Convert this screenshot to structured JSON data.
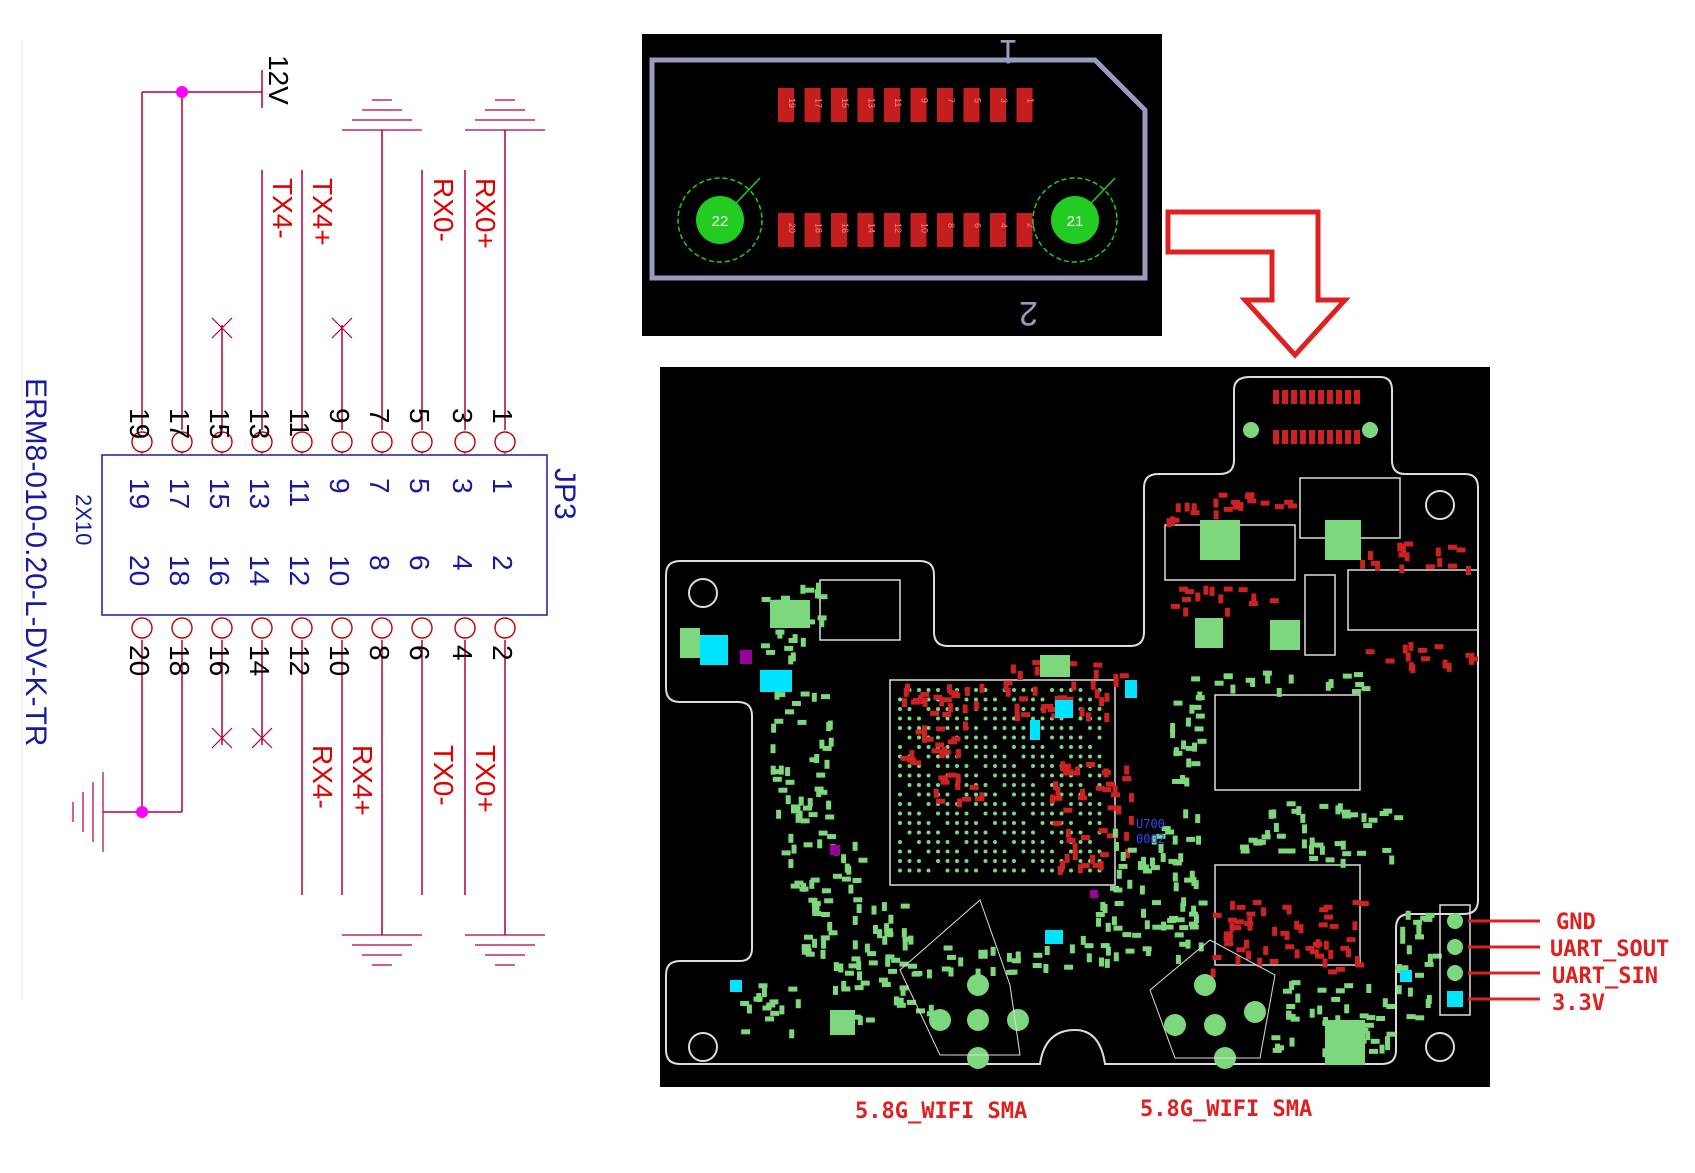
{
  "schematic": {
    "designator": "JP3",
    "part_number": "ERM8-010-0.20-L-DV-K-TR",
    "package": "2X10",
    "power_label": "12V",
    "pins_top": [
      "1",
      "3",
      "5",
      "7",
      "9",
      "11",
      "13",
      "15",
      "17",
      "19"
    ],
    "pins_bottom": [
      "2",
      "4",
      "6",
      "8",
      "10",
      "12",
      "14",
      "16",
      "18",
      "20"
    ],
    "signals_top": [
      "RX0+",
      "RX0-",
      "TX4+",
      "TX4-"
    ],
    "signals_bottom": [
      "TX0+",
      "TX0-",
      "RX4+",
      "RX4-"
    ],
    "colors": {
      "wire": "#b00040",
      "pin": "#c00000",
      "body": "#1a1aa0",
      "net": "#e00000",
      "junction": "#ff00ff"
    }
  },
  "connector_footprint": {
    "top_pads": [
      "19",
      "17",
      "15",
      "13",
      "11",
      "9",
      "7",
      "5",
      "3",
      "1"
    ],
    "bottom_pads": [
      "20",
      "18",
      "16",
      "14",
      "12",
      "10",
      "8",
      "6",
      "4",
      "2"
    ],
    "mount_left": "22",
    "mount_right": "21",
    "mark_pin1": "1",
    "mark_pin2": "2"
  },
  "board": {
    "ref_small": "U700",
    "ref_small2": "0002",
    "header_labels": [
      "GND",
      "UART_SOUT",
      "UART_SIN",
      "3.3V"
    ],
    "antenna_labels": [
      "5.8G_WIFI SMA",
      "5.8G_WIFI SMA"
    ],
    "colors": {
      "bg": "#000000",
      "outline": "#dddddd",
      "pad": "#7dd87d",
      "cyan": "#00e5ff",
      "red": "#cc2222",
      "arrow": "#e02020"
    }
  }
}
